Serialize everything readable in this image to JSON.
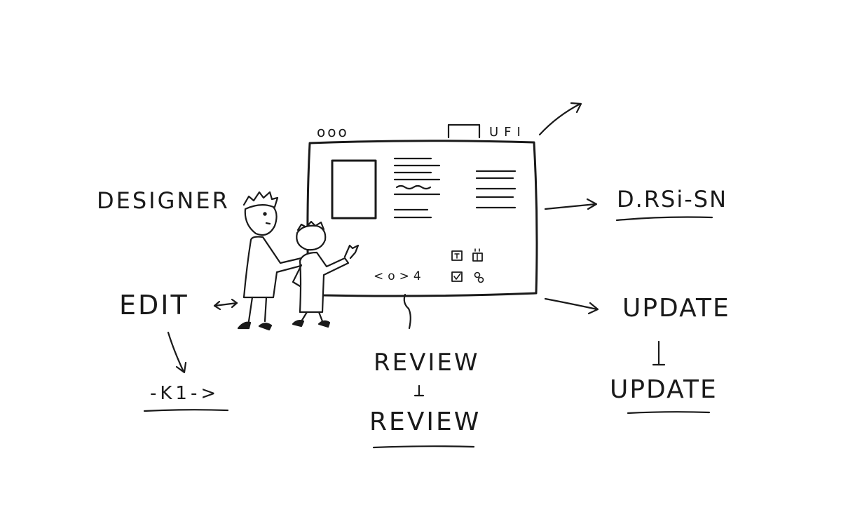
{
  "labels": {
    "designer": "DESIGNER",
    "edit": "EDIT",
    "edit_sub": "-K1->",
    "review": "REVIEW",
    "review_sub": "REVIEW",
    "design_out": "D.RSi-SN",
    "update": "UPDATE",
    "update_sub": "UPDATE"
  },
  "screen": {
    "window_dots": "ooo",
    "top_tab_label": "UFI",
    "nav_controls": "<o>4"
  },
  "colors": {
    "ink": "#1a1a1a",
    "paper": "#ffffff"
  },
  "icons": [
    "window-controls-icon",
    "gift-icon",
    "checkbox-icon",
    "link-icon",
    "doc-icon"
  ]
}
